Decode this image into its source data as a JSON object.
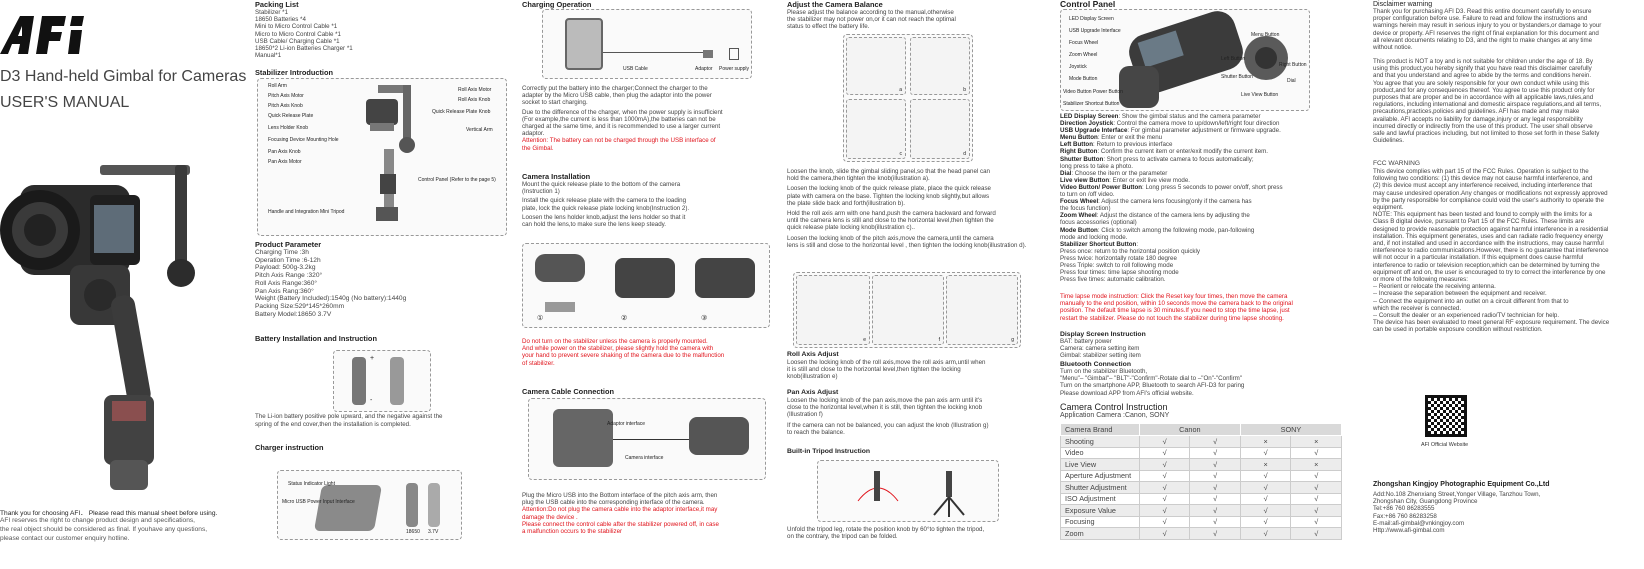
{
  "brand": {
    "logo": "AFI",
    "title": "D3 Hand-held Gimbal for Cameras",
    "subtitle": "USER'S MANUAL"
  },
  "cover_footer": {
    "line1": "Thank you for choosing AFI． Please read this manual sheet before using.",
    "line2": "AFI reserves the right to change product design and specifications,",
    "line3": "the real object should be considered as final. If youhave any questions,",
    "line4": "please contact our customer enquiry hotline."
  },
  "packing": {
    "title": "Packing List",
    "items": [
      "Stabilizer *1",
      "18650 Batteries *4",
      "Mini to Micro Control Cable *1",
      "Micro to Micro Control Cable *1",
      "USB Cable/ Charging Cable *1",
      "18650*2 Li-ion Batteries Charger *1",
      "Manual*1"
    ]
  },
  "stabilizer": {
    "title": "Stabilizer Introduction",
    "left_labels": [
      "Roll Arm",
      "Pitch Axis Motor",
      "Pitch Axis Knob",
      "Quick Release Plate",
      "Lens Holder Knob",
      "Focusing Device Mounting Hole",
      "Pan Axis Knob",
      "Pan Axis Motor"
    ],
    "right_labels": [
      "Roll Axis Motor",
      "Roll Axis Knob",
      "Quick Release Plate Knob",
      "Vertical Arm",
      "Control Panel (Refer to the page 5)"
    ],
    "bottom_label": "Handle and Integration Mini Tripod"
  },
  "params": {
    "title": "Product Parameter",
    "items": [
      "Charging Time :3h",
      "Operation Time :6-12h",
      "Payload: 500g-3.2kg",
      "Pitch Axis Range :320°",
      "Roll Axis Range:360°",
      "Pan Axis Rang:360°",
      "Weight (Battery Included):1540g    (No battery):1440g",
      "Packing Size:529*145*260mm",
      "Battery Model:18650   3.7V"
    ]
  },
  "battery": {
    "title": "Battery Installation and Instruction",
    "text": [
      "The Li-ion battery positive pole upward, and the negative against the",
      "spring of the end cover,then the installation is completed."
    ],
    "plus": "+",
    "minus": "-"
  },
  "charger": {
    "title": "Charger instruction",
    "label1": "Status Indicator Light",
    "label2": "Micro USB Power Input Interface",
    "batt1": "18650",
    "batt2": "3.7V"
  },
  "charging": {
    "title": "Charging Operation",
    "usb": "USB Cable",
    "adaptor": "Adaptor",
    "power": "Power supply",
    "text": [
      "Correctly put the battery into the charger;Connect the charger to the",
      "adapter by the Micro USB cable, then plug the adaptor into the power",
      "socket to start charging.",
      "Due to the difference of the charger, when the power supply is insufficient",
      "(For example,the current is less than 1000mA),the batteries can not be",
      "charged at the same time, and it is recommended to use a larger current",
      "adaptor."
    ],
    "attention": [
      "Attention: The battery can not be charged through the USB interface of",
      "the Gimbal."
    ]
  },
  "camera_install": {
    "title": "Camera Installation",
    "text": [
      "Mount the quick release plate to the bottom of the camera",
      "(Instruction 1)",
      "Install the quick release plate with the camera to the loading",
      "plate, lock the quick release plate locking knob(Instruction 2).",
      "Loosen the lens holder knob,adjust the lens holder so that it",
      "can hold the lens,to make sure the lens keep steady."
    ],
    "warning": [
      "Do not turn on the stabilizer unless the camera is properly mounted.",
      "And while power on the stabilizer, please slightly hold the camera with",
      "your hand to prevent severe shaking of the camera  due to the malfunction",
      "of stabilizer."
    ],
    "steps": [
      "①",
      "②",
      "③"
    ]
  },
  "cable": {
    "title": "Camera Cable Connection",
    "adaptor": "Adaptor interface",
    "camera": "Camera interface",
    "text": [
      "Plug the Micro USB into the Bottom interface of the pitch axis arm, then",
      "plug the USB cable into the corresponding interface of the camera."
    ],
    "attention": [
      "Attention:Do not plug the camera cable into the adaptor interface,it may",
      "damage the device .",
      "Please connect the control cable after the stabilizer powered off, in case",
      "a malfunction occurs to the stabilizer"
    ]
  },
  "balance": {
    "title": "Adjust the Camera Balance",
    "intro": [
      "Please adjust the balance according to the manual,otherwise",
      "the stabilizer may not power on,or it can not reach the optimal",
      "status to effect the battery life."
    ],
    "figs": [
      "a",
      "b",
      "c",
      "d"
    ],
    "text": [
      "Loosen the knob, slide the gimbal sliding panel,so that the head panel can",
      "hold the camera,then tighten the knob(illustration a).",
      "Loosen the locking knob of the quick release plate, place the quick release",
      "plate with camera on the base. Tighten the locking knob slightly,but allows",
      "the plate slide back and forth(illustration b).",
      "Hold the roll axis arm with one hand,push the camera backward and forward",
      "until the camera lens is still and close to the horizontal level,then tighten the",
      "quick release plate locking knob(illustration c)..",
      "Loosen the locking knob of the pitch axis,move the camera,until the camera",
      "lens is still and close to the horizontal level , then tighten the locking knob(illustration d)."
    ],
    "figs2": [
      "e",
      "f",
      "g"
    ],
    "roll_title": "Roll Axis Adjust",
    "roll": [
      "Loosen the locking knob of the roll axis,move the roll axis arm,until when",
      "it is  still and close to the horizontal level,then tighten the locking",
      "knob(illustration e)"
    ],
    "pan_title": "Pan Axis Adjust",
    "pan": [
      "Loosen the locking knob of the pan axis,move the pan axis arm until it's",
      "close to the horizontal level,when it is still, then tighten the locking knob",
      "(Illustration f)",
      "If  the camera can not be balanced, you can adjust the knob (Illustration g)",
      "to reach the balance."
    ],
    "tripod_title": "Built-in Tripod Instruction",
    "tripod": [
      "Unfold the tripod leg, rotate the position knob by 60°to tighten the tripod,",
      "on the contrary, the tripod can be folded."
    ]
  },
  "control": {
    "title": "Control Panel",
    "labels_left": [
      "LED Display Screen",
      "USB Upgrade Interface",
      "Focus Wheel",
      "Zoom Wheel",
      "Joystick",
      "Mode Button",
      "Video Button Power Button",
      "Stabilizer Shortcut Button"
    ],
    "labels_right": [
      "Menu Button",
      "Left Button",
      "Right Button",
      "Shutter Button",
      "Dial",
      "Live View Button"
    ],
    "desc": [
      [
        "LED Display Screen",
        ": Show the gimbal status and the camera parameter"
      ],
      [
        "Direction Joystick",
        ":  Control the camera move to up/down/left/right four direction"
      ],
      [
        "USB Upgrade Interface",
        ": For gimbal parameter adjustment or firmware upgrade."
      ],
      [
        "Menu Button",
        ": Enter or exit the menu"
      ],
      [
        "Left Button",
        ": Return to previous interface"
      ],
      [
        "Right Button",
        ": Confirm the current item or enter/exit modify the current item."
      ],
      [
        "Shutter Button",
        ": Short press to activate camera to focus automatically;"
      ],
      [
        "",
        "long press to take a photo."
      ],
      [
        "Dial",
        ": Choose the item or the parameter"
      ],
      [
        "Live view Button",
        ": Enter or exit live view mode."
      ],
      [
        "Video Button/ Power Button",
        ": Long press 5 seconds to power on/off, short press"
      ],
      [
        "",
        "to turn on /off video."
      ],
      [
        "Focus Wheel",
        ": Adjust the camera lens focusing(only if the camera has"
      ],
      [
        "",
        "the focus function)"
      ],
      [
        "Zoom Wheel",
        ": Adjust the distance of the camera lens by adjusting the"
      ],
      [
        "",
        "focus accessories (optional)"
      ],
      [
        "Mode Button",
        ": Click to switch among the following mode, pan-following"
      ],
      [
        "",
        "mode and locking mode."
      ],
      [
        "Stabilizer Shortcut Button",
        ":"
      ],
      [
        "",
        "Press once: return to the horizontal position quickly"
      ],
      [
        "",
        "Press twice: horizontally rotate 180 degree"
      ],
      [
        "",
        "Press Triple: switch to roll following mode"
      ],
      [
        "",
        "Press four times: time lapse shooting mode"
      ],
      [
        "",
        "Press five times: automatic calibration."
      ]
    ],
    "red": [
      "Time lapse mode instruction: Click the Reset key four times, then move the camera",
      "manually to the end position, within 10 seconds move the camera back to the original",
      "position. The default time lapse is 30 minutes.If you need to stop the time lapse, just",
      "restart the stabilizer. Please do not touch the stabilizer during time lapse shooting."
    ]
  },
  "display": {
    "title": "Display Screen Instruction",
    "items": [
      "BAT: battery power",
      "Camera: camera setting item",
      "Gimbal: stabilizer setting item"
    ],
    "bt_title": "Bluetooth Connection",
    "bt": [
      "Turn on the stabilizer Bluetooth,",
      "\"Menu\"– \"Gimbal\"– \"BLT\"-\"Confirm\"-Rotate dial to –\"On\"-\"Confirm\"",
      "Turn on the smartphone APP, Bluetooth to search AFI-D3 for paring",
      "Please download APP from AFI's official website."
    ]
  },
  "control_instr": {
    "title": "Camera Control Instruction",
    "app": "Application Camera :Canon, SONY",
    "headers": [
      "Camera Brand",
      "Canon",
      "SONY"
    ],
    "rows": [
      [
        "Shooting",
        "√",
        "√",
        "×",
        "×"
      ],
      [
        "Video",
        "√",
        "√",
        "√",
        "√"
      ],
      [
        "Live View",
        "√",
        "√",
        "×",
        "×"
      ],
      [
        "Aperture Adjustment",
        "√",
        "√",
        "√",
        "√"
      ],
      [
        "Shutter Adjustment",
        "√",
        "√",
        "√",
        "√"
      ],
      [
        "ISO Adjustment",
        "√",
        "√",
        "√",
        "√"
      ],
      [
        "Exposure Value",
        "√",
        "√",
        "√",
        "√"
      ],
      [
        "Focusing",
        "√",
        "√",
        "√",
        "√"
      ],
      [
        "Zoom",
        "√",
        "√",
        "√",
        "√"
      ]
    ]
  },
  "disclaimer": {
    "title": "Disclaimer warning",
    "p1": [
      "Thank you for purchasing AFI D3. Read this entire document carefully to ensure",
      "proper configuration before use. Failure to read and follow the instructions and",
      "warnings herein may result in serious injury to you or bystanders,or damage to your",
      "device or property. AFI reserves the right of final explanation for this document and",
      "all relevant documents relating to D3, and the right to make changes at any time",
      "without notice."
    ],
    "p2": [
      "This product is NOT a toy and is not suitable for children under the age of 18. By",
      "using this product,you hereby signify that you have read this disclaimer carefully",
      "and that you understand and agree to abide by the terms and conditions herein.",
      "You agree that you are solely responsible for your own conduct while using this",
      "product,and for any consequences thereof. You agree to use this product only for",
      "purposes that are proper and be in accordance with all applicable laws,rules,and",
      "regulations, including international and domestic airspace regulations,and all terms,",
      "precautions,practices,policies and guidelines. AFI has made and may make",
      "available. AFI accepts no liability for damage,injury or any legal responsibility",
      "incurred directly or indirectly from the use of this product. The user shall observe",
      "safe and lawful practices including, but not limited to  those set forth in these Safety",
      "Guidelines."
    ],
    "fcc_title": "FCC WARNING",
    "fcc": [
      "This device complies with part 15 of the FCC Rules. Operation is subject to the",
      "following two conditions: (1) this device may not cause harmful interference, and",
      "(2) this device must accept any interference received, including interference that",
      "may cause undesired operation.Any changes or modifications not expressly approved",
      "by the party responsible for compliance could void the user's authority to operate the",
      "equipment.",
      "NOTE: This equipment has been tested and found to comply with the limits for a",
      "Class B digital device, pursuant to Part 15 of the FCC Rules. These limits are",
      "designed to provide reasonable protection against harmful interference in a residential",
      "installation. This equipment generates, uses and can radiate radio frequency energy",
      "and, if not installed and used in accordance with the instructions, may cause harmful",
      "interference to radio communications.However, there is no guarantee that interference",
      "will not occur in a particular installation. If this equipment does cause harmful",
      "interference to radio or television reception,which can be determined by turning the",
      "equipment off and on, the user is encouraged to try to correct the interference by one",
      "or more of the following measures:",
      "-- Reorient or relocate the receiving antenna.",
      "-- Increase the separation between the equipment and receiver.",
      "-- Connect the equipment into an outlet on a circuit different from that to",
      "which the receiver is connected.",
      "-- Consult the dealer or an experienced radio/TV technician for help.",
      "The device has been evaluated to meet general RF exposure requirement. The device",
      "can be used in portable exposure condition without restriction."
    ]
  },
  "qr_label": "AFI Official Website",
  "company": {
    "name": "Zhongshan Kingjoy Photographic Equipment Co.,Ltd",
    "lines": [
      "Add:No.108 Zhenxiang Street,Yonger Village, Tanzhou Town,",
      "Zhongshan City, Guangdong Province",
      "Tel:+86 760 86283555",
      "Fax:+86 760 86283258",
      "E-mail:afi-gimbal@vnkingjoy.com",
      "Http://www.afi-gimbal.com"
    ]
  }
}
